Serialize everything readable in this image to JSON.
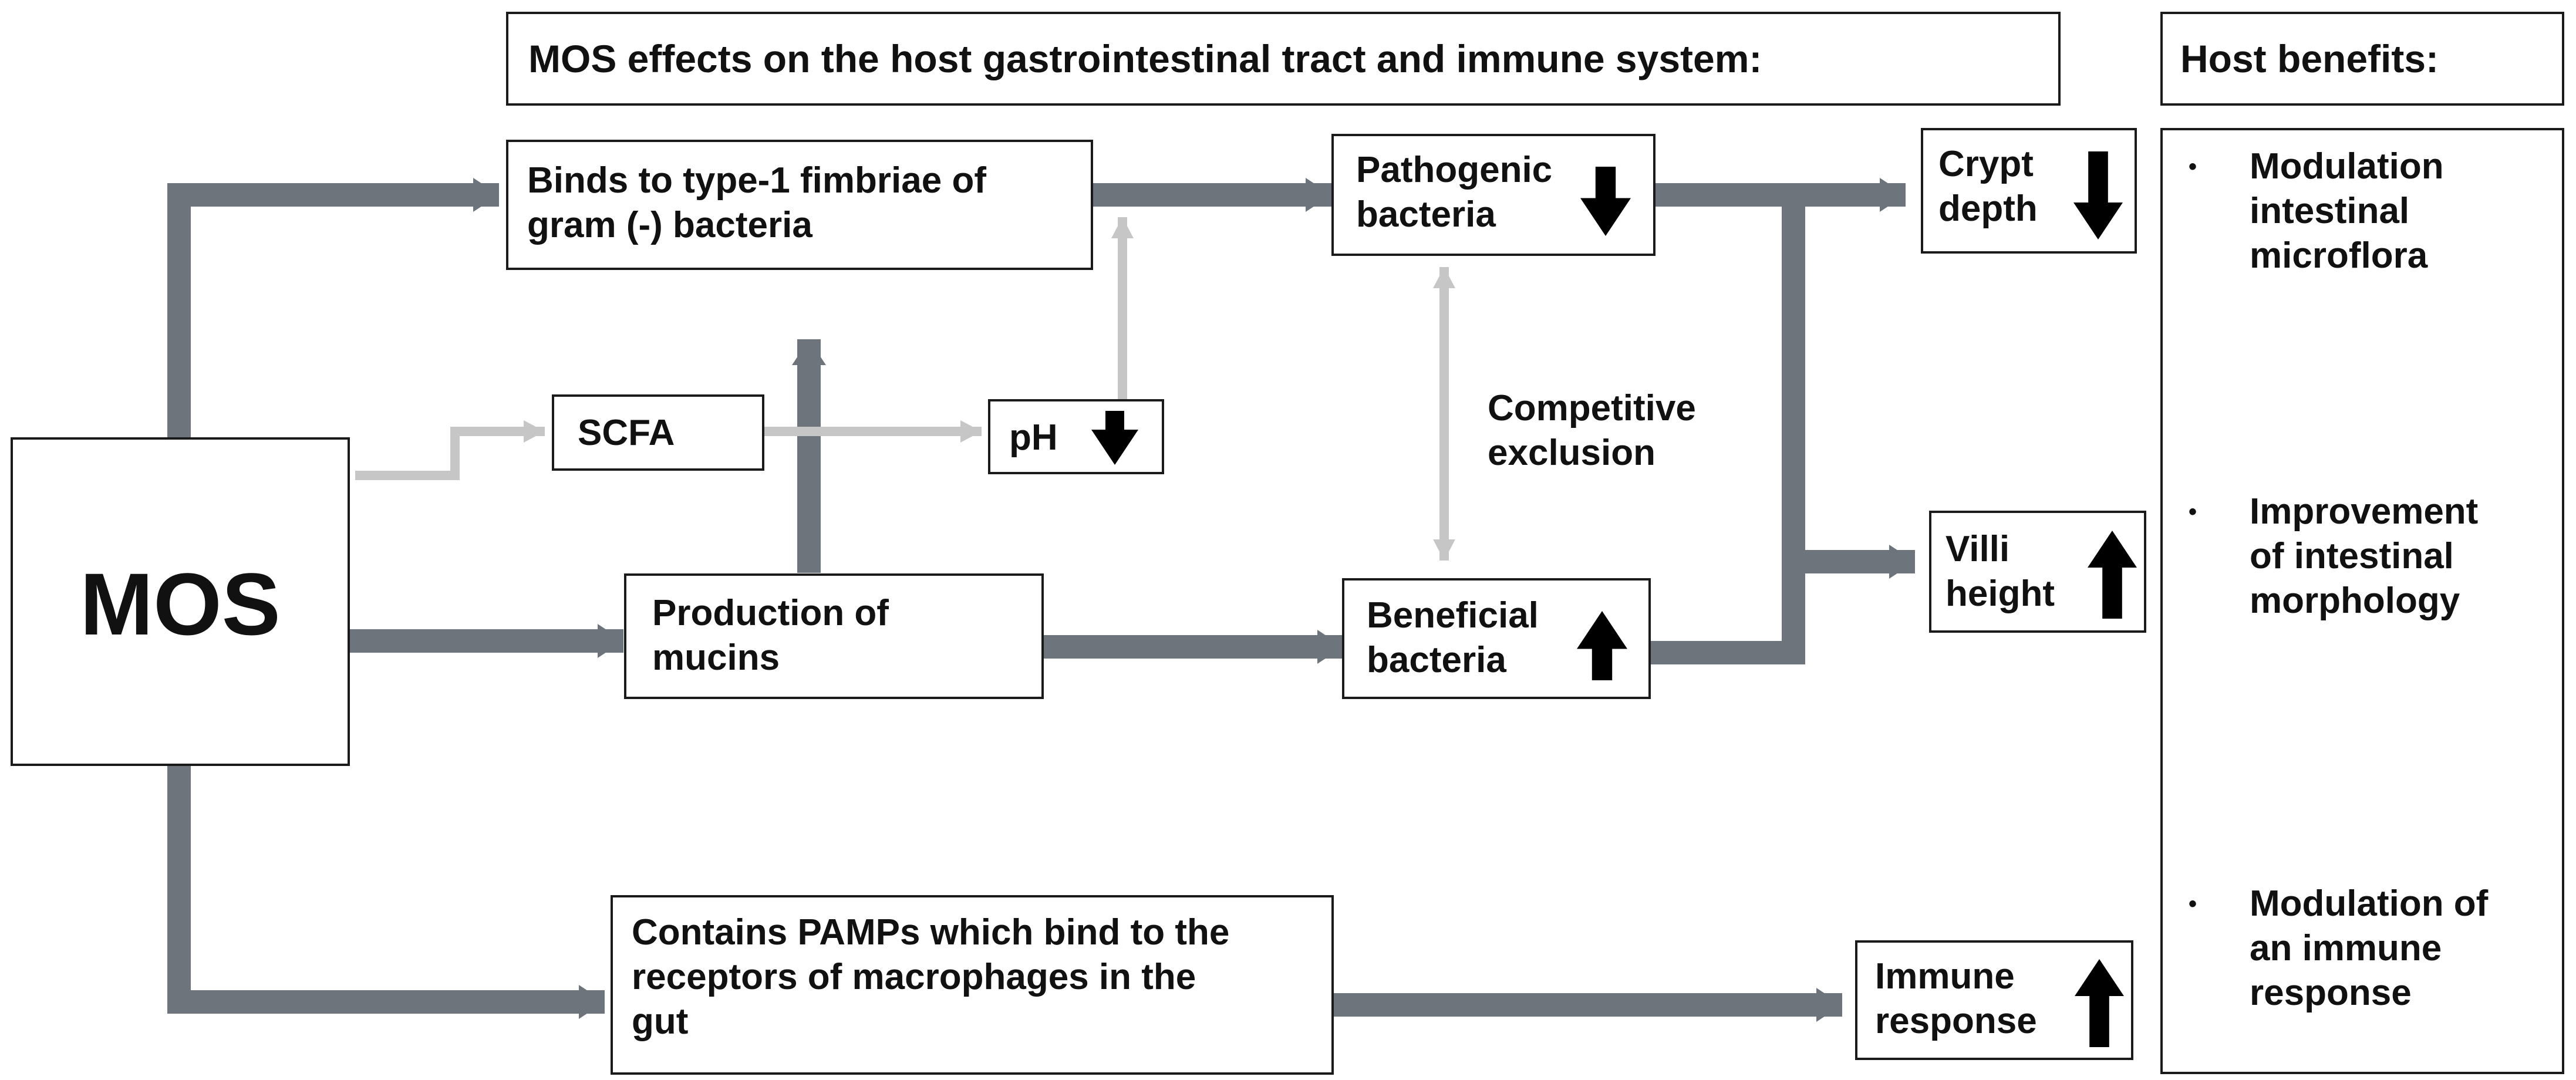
{
  "header": {
    "effects_title": "MOS effects on the host gastrointestinal tract and immune system:",
    "benefits_title": "Host benefits:"
  },
  "nodes": {
    "mos": "MOS",
    "fimbriae": "Binds to type-1 fimbriae of\ngram (-) bacteria",
    "scfa": "SCFA",
    "ph": "pH",
    "mucins": "Production of\nmucins",
    "pathogenic": "Pathogenic\nbacteria",
    "beneficial": "Beneficial\nbacteria",
    "competitive": "Competitive\nexclusion",
    "crypt": "Crypt\ndepth",
    "villi": "Villi\nheight",
    "pamps": "Contains PAMPs which bind to the\nreceptors of macrophages in the\ngut",
    "immune": "Immune\nresponse"
  },
  "indicators": {
    "ph": "down",
    "pathogenic": "down",
    "beneficial": "up",
    "crypt": "down",
    "villi": "up",
    "immune": "up"
  },
  "benefits": [
    "Modulation\nintestinal\nmicroflora",
    "Improvement\nof intestinal\nmorphology",
    "Modulation of\nan immune\nresponse"
  ],
  "colors": {
    "dark_arrow": "#6d747c",
    "light_arrow": "#c6c6c6",
    "indicator_arrow": "#000000",
    "border": "#1a1a1a"
  }
}
